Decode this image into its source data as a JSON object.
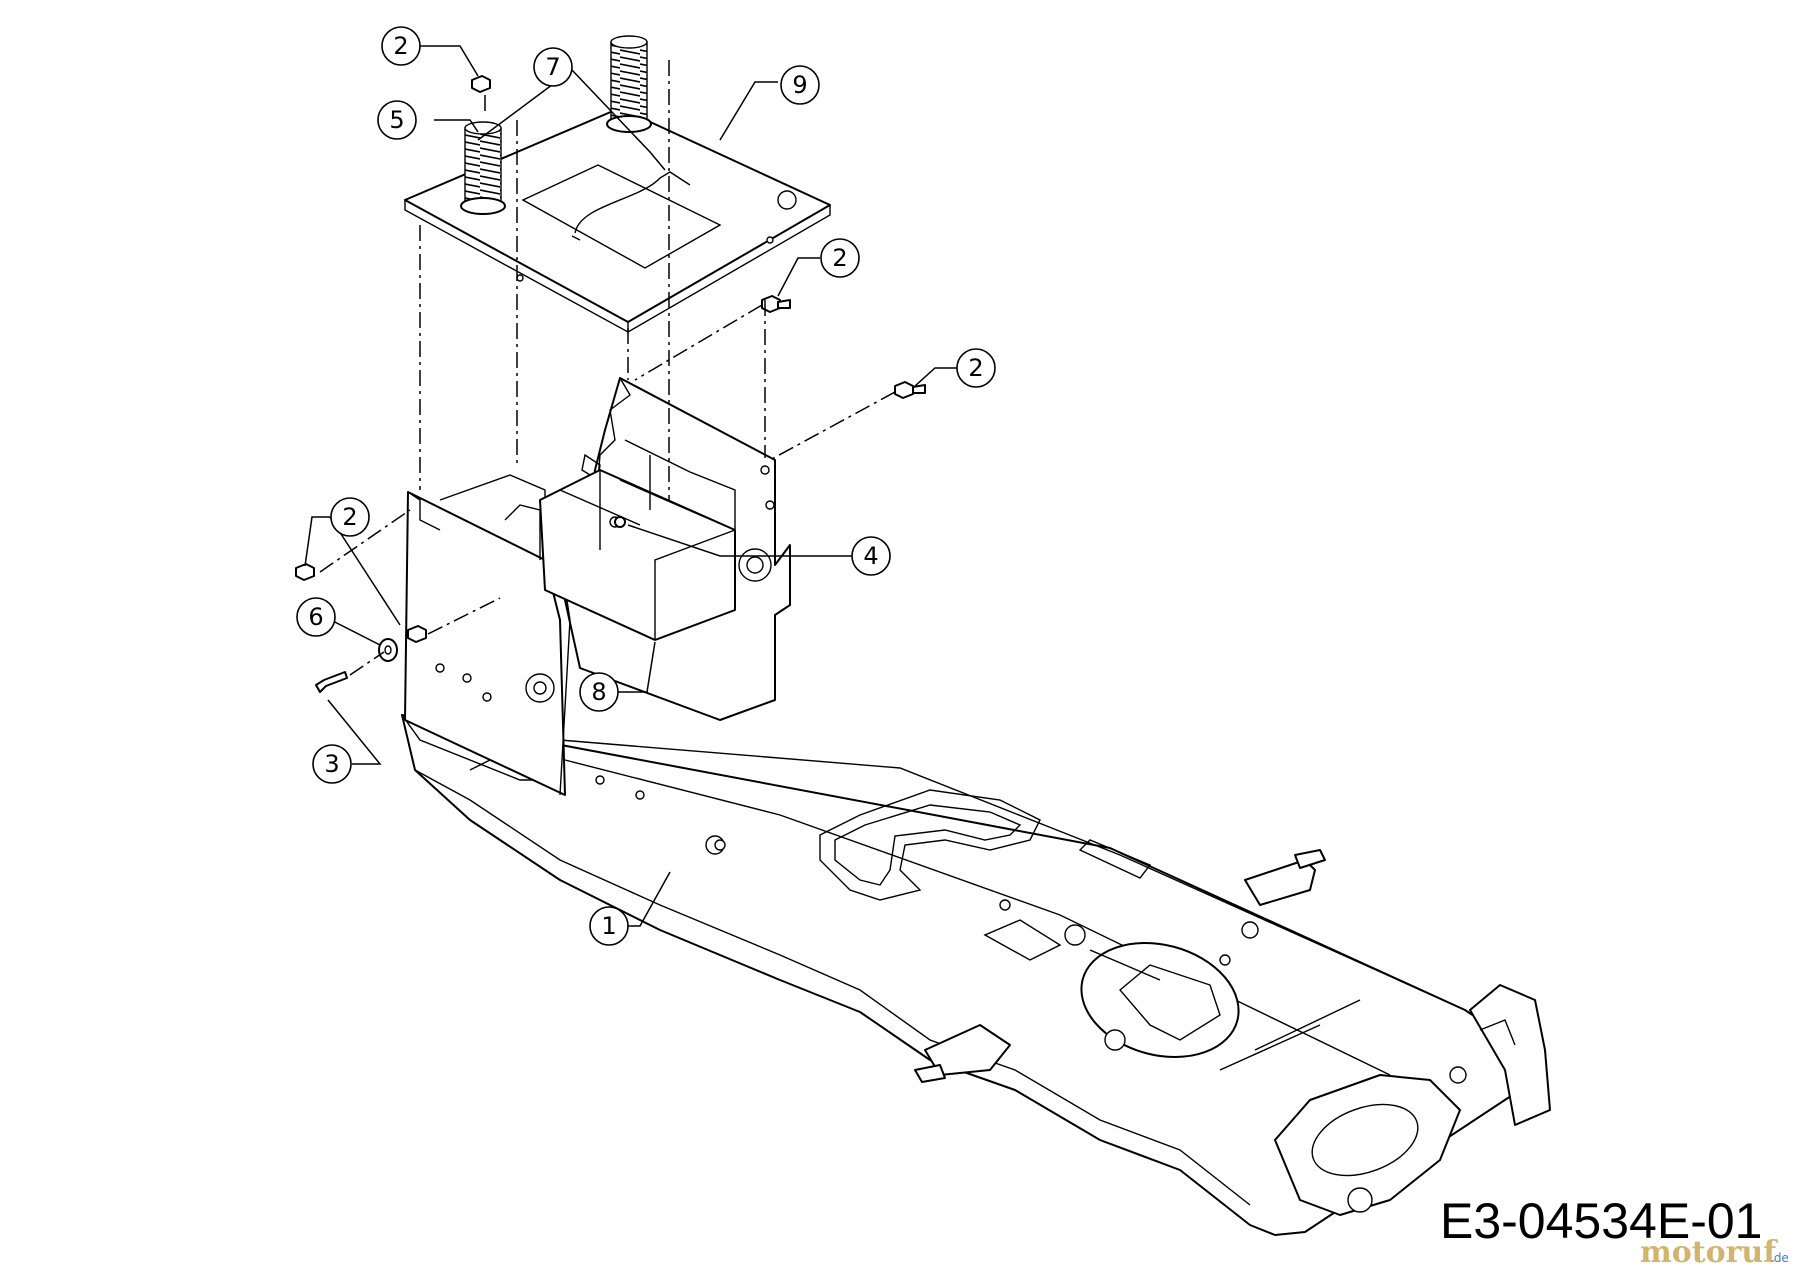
{
  "diagram": {
    "callouts": [
      {
        "number": "1"
      },
      {
        "number": "2"
      },
      {
        "number": "2"
      },
      {
        "number": "2"
      },
      {
        "number": "2"
      },
      {
        "number": "3"
      },
      {
        "number": "4"
      },
      {
        "number": "5"
      },
      {
        "number": "6"
      },
      {
        "number": "7"
      },
      {
        "number": "8"
      },
      {
        "number": "9"
      }
    ],
    "drawing_code": "E3-04534E-01",
    "watermark": {
      "text": "motoruf",
      "suffix": ".de"
    }
  }
}
